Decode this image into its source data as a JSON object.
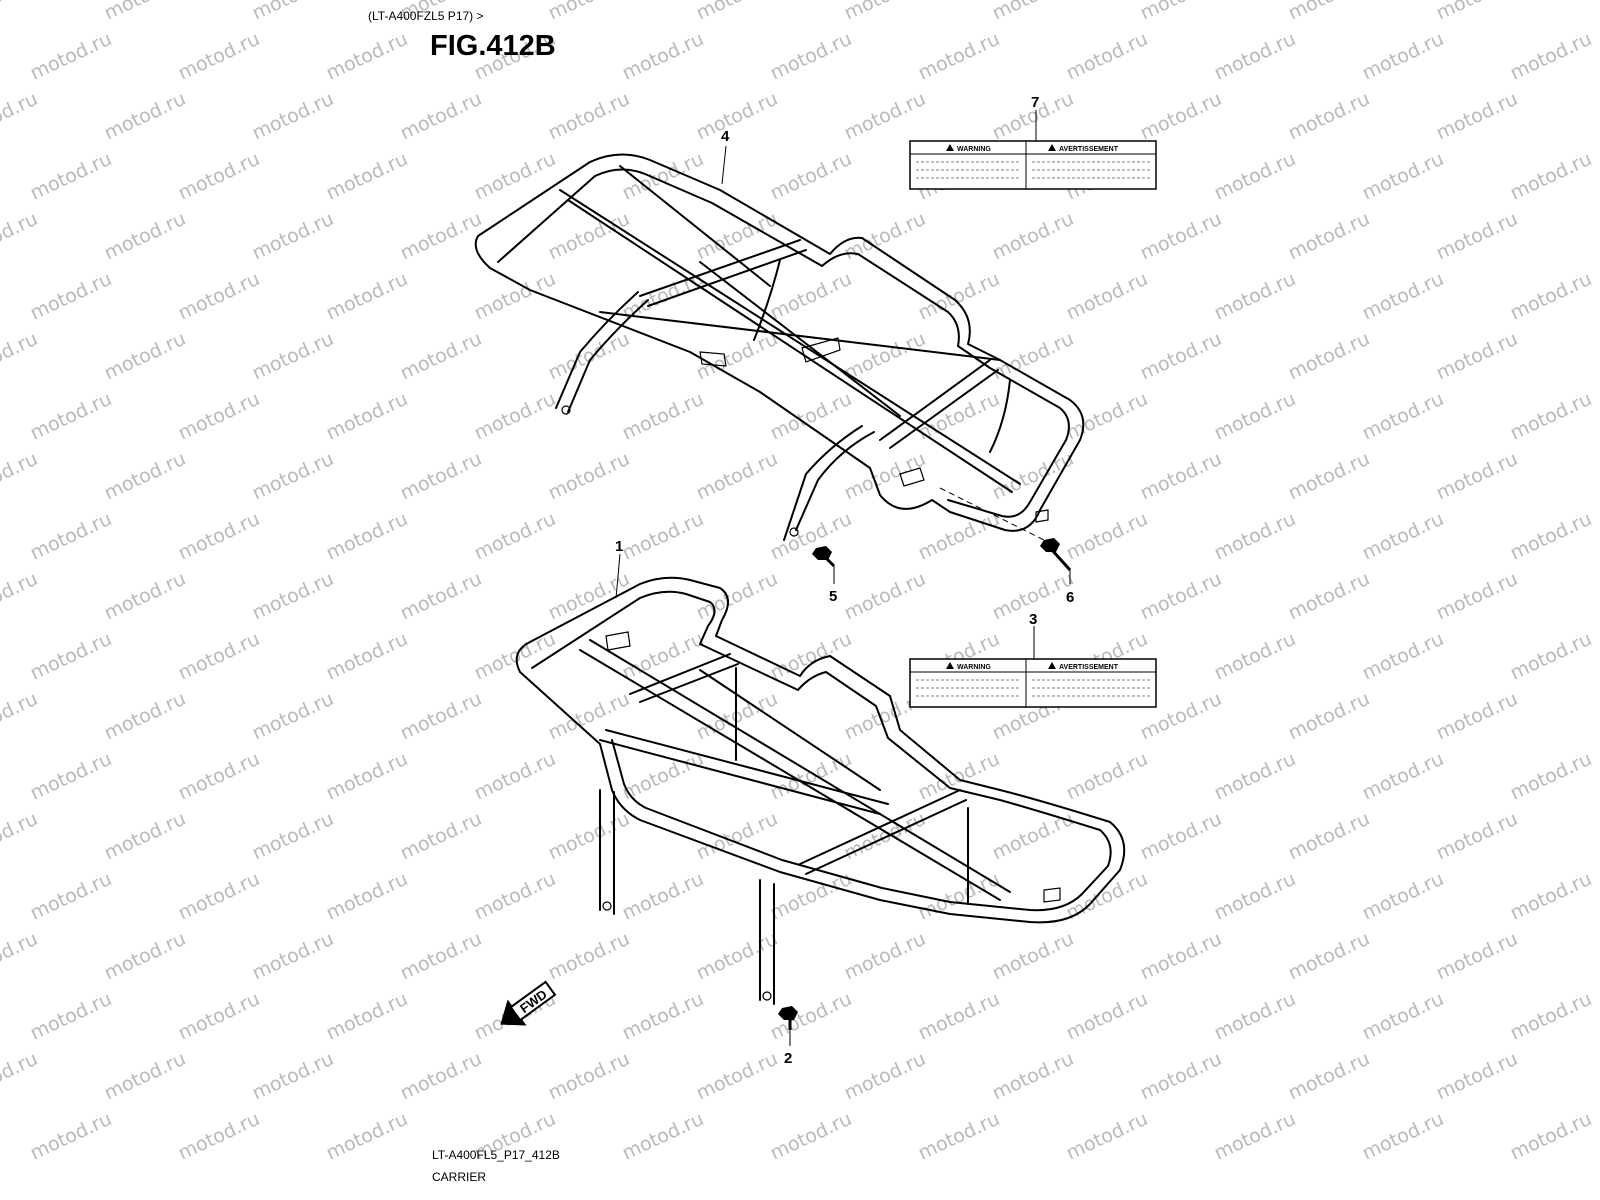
{
  "header": {
    "model_range": "(LT-A400FZL5 P17) >",
    "figure_title": "FIG.412B"
  },
  "watermark": {
    "text": "motod.ru",
    "color": "#b9b9b9"
  },
  "parts": [
    {
      "ref": "1",
      "name": "carrier-front"
    },
    {
      "ref": "2",
      "name": "bolt"
    },
    {
      "ref": "3",
      "name": "warning-label"
    },
    {
      "ref": "4",
      "name": "carrier-rear"
    },
    {
      "ref": "5",
      "name": "bolt"
    },
    {
      "ref": "6",
      "name": "bolt"
    },
    {
      "ref": "7",
      "name": "warning-label"
    }
  ],
  "warning_label": {
    "left_heading": "WARNING",
    "right_heading": "AVERTISSEMENT"
  },
  "fwd_arrow": {
    "text": "FWD"
  },
  "footer": {
    "figure_code": "LT-A400FL5_P17_412B",
    "section_name": "CARRIER"
  }
}
